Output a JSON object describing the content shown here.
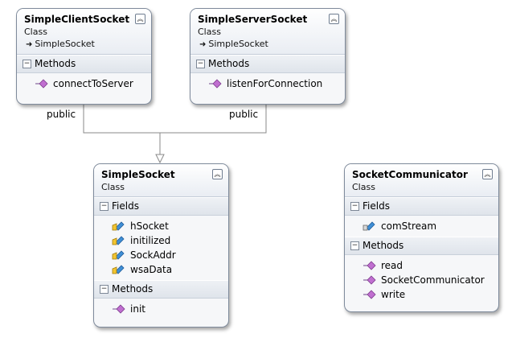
{
  "labels": {
    "public_left": "public",
    "public_right": "public"
  },
  "classes": [
    {
      "name": "SimpleClientSocket",
      "stereotype": "Class",
      "base": "SimpleSocket",
      "sections": [
        {
          "title": "Methods",
          "members": [
            {
              "name": "connectToServer",
              "kind": "method"
            }
          ]
        }
      ]
    },
    {
      "name": "SimpleServerSocket",
      "stereotype": "Class",
      "base": "SimpleSocket",
      "sections": [
        {
          "title": "Methods",
          "members": [
            {
              "name": "listenForConnection",
              "kind": "method"
            }
          ]
        }
      ]
    },
    {
      "name": "SimpleSocket",
      "stereotype": "Class",
      "sections": [
        {
          "title": "Fields",
          "members": [
            {
              "name": "hSocket",
              "kind": "protected-field"
            },
            {
              "name": "initilized",
              "kind": "protected-field"
            },
            {
              "name": "SockAddr",
              "kind": "protected-field"
            },
            {
              "name": "wsaData",
              "kind": "protected-field"
            }
          ]
        },
        {
          "title": "Methods",
          "members": [
            {
              "name": "init",
              "kind": "protected-method"
            }
          ]
        }
      ]
    },
    {
      "name": "SocketCommunicator",
      "stereotype": "Class",
      "sections": [
        {
          "title": "Fields",
          "members": [
            {
              "name": "comStream",
              "kind": "private-field"
            }
          ]
        },
        {
          "title": "Methods",
          "members": [
            {
              "name": "read",
              "kind": "method"
            },
            {
              "name": "SocketCommunicator",
              "kind": "method"
            },
            {
              "name": "write",
              "kind": "method"
            }
          ]
        }
      ]
    }
  ]
}
